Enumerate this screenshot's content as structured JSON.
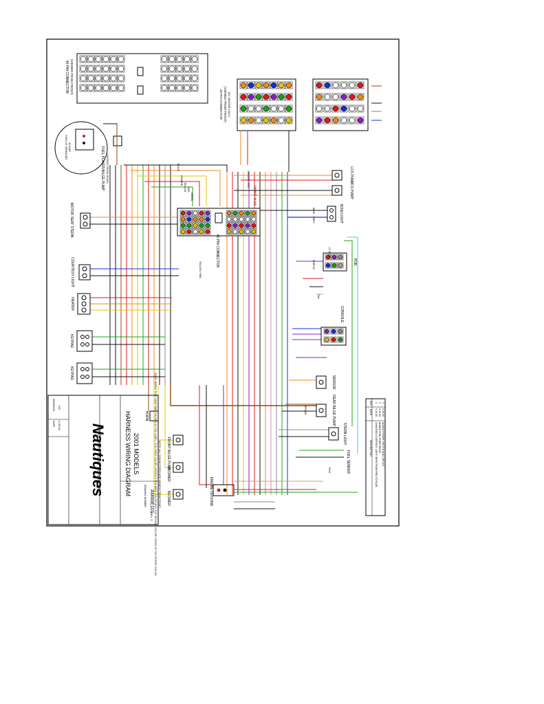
{
  "title_block": {
    "brand": "Nautiques",
    "tagline": "BY CORRECT CRAFT SINCE 1925",
    "title_line1": "HARNESS WIRING DIAGRAM",
    "title_line2": "2001 MODELS",
    "drawing_no_label": "DRAWING NUMBER",
    "drawing_no": "AM00E101",
    "rev": "REV. 3",
    "date_label": "DATE",
    "date": "9-28-00",
    "drawn_by_label": "DRAWN BY",
    "drawn_by": "DO"
  },
  "revisions": {
    "header_rev": "REV",
    "header_date": "DATE",
    "header_desc": "DESCRIPTION",
    "rows": [
      {
        "rev": "1",
        "date": "9-23-00",
        "desc": "CHANGED COURTESY LIGHT WIRE FROM RED TO BLUE"
      },
      {
        "rev": "2",
        "date": "9-23-00",
        "desc": "ADDED FUEL PUMP RELAY"
      },
      {
        "rev": "3",
        "date": "9-28-00",
        "desc": "ADDED POWER SWITCH AND CIRCUIT"
      }
    ]
  },
  "connectors": {
    "pin46_top": {
      "label": "46 PIN CONNECTOR",
      "sub": "(VIEWED FROM FRONT)"
    },
    "pin40_top": {
      "label": "40 PIN CONNECTOR",
      "sub": "(VIEWED FROM FRONT)",
      "note": "(DC MARINE ONLY)"
    },
    "pin40_center": {
      "label": "40 PIN CONNECTOR"
    },
    "power_pump": {
      "label": "FUEL POWER/BILGE PUMP",
      "sub": "(VIEWED FROM REAR)"
    },
    "circuit_breaker": {
      "label": "CIRCUIT BREAKER",
      "sub": "40 AMP"
    },
    "mother_seat": {
      "label": "MOTOR SEAT STERN",
      "sub": "CONNECTOR"
    },
    "lcs_pump1": "LCS PUMP",
    "lcs_pump2": "LCS PUMP",
    "bow_light": "BOW LIGHT",
    "courtesy": "COURTESY LIGHT",
    "heater": "HEATER",
    "keypad1": "KEYPAD",
    "keypad2": "KEYPAD",
    "pdb": "PDB",
    "console": "CONSOLE",
    "sensor": "SENSOR",
    "rear_bilge": "REAR BILGE PUMP",
    "stern_light": "STERN LIGHT",
    "fuel_sender": "FUEL SENDER",
    "horn": "HORN",
    "front_bilge": "FRONT BILGE PUMP",
    "blower1": "BLOWER",
    "blower2": "BLOWER",
    "engine_ground": "ENGINE GROUND"
  },
  "wire_labels": {
    "black": "BLACK",
    "red": "RED",
    "orange": "ORANGE",
    "yellow": "YELLOW",
    "green": "GREEN",
    "blue": "BLUE",
    "purple": "PURPLE",
    "grey": "GREY",
    "brown": "BROWN",
    "tan": "TAN",
    "orange_black": "ORANGE / BLACK",
    "orange_red": "ORANGE / RED",
    "yellow_red": "YELLOW / RED",
    "lt_blue": "LT. BLUE",
    "pink": "PINK"
  },
  "notes": {
    "n1": "NOTE: WIRES THAT HAVE TWO COLORS IN THE LABEL, THE FIRST COLOR LISTED IS THE WIRE COLOR AND THE SECOND COLOR LISTED IS THE STRIPE COLOR.",
    "n2": "NOTE: ALL CONNECTORS ARE VIEWED FROM FRONT."
  },
  "colors": {
    "black": "#111111",
    "red": "#e01818",
    "orange": "#f08a1a",
    "yellow": "#e6c400",
    "green": "#18a418",
    "blue": "#1a2fd8",
    "purple": "#8a1ec8",
    "grey": "#8a8a8a",
    "brown": "#8a4a14",
    "tan": "#c8a070",
    "ltblue": "#30d0e0",
    "pink": "#f07ab0"
  }
}
